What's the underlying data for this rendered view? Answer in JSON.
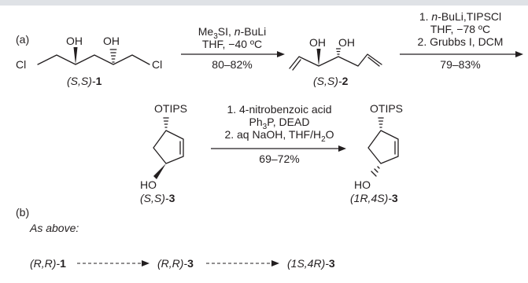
{
  "panel_a_label": "(a)",
  "panel_b_label": "(b)",
  "compound_1": {
    "atoms": {
      "cl_left": "Cl",
      "oh_left": "OH",
      "oh_right": "OH",
      "cl_right": "Cl"
    },
    "stereo": "(S,S)-",
    "number": "1"
  },
  "step1": {
    "line1": "Me3SI, n-BuLi",
    "line2": "THF, −40 ºC",
    "yield": "80–82%"
  },
  "compound_2": {
    "atoms": {
      "oh_left": "OH",
      "oh_right": "OH"
    },
    "stereo": "(S,S)-",
    "number": "2"
  },
  "step2": {
    "line1": "1. n-BuLi,TIPSCl",
    "line2": "THF, −78 ºC",
    "line3": "2. Grubbs I, DCM",
    "yield": "79–83%"
  },
  "compound_3ss": {
    "atoms": {
      "otips": "OTIPS",
      "ho": "HO"
    },
    "stereo": "(S,S)-",
    "number": "3"
  },
  "step3": {
    "line1": "1. 4-nitrobenzoic acid",
    "line2": "Ph3P, DEAD",
    "line3": "2. aq NaOH, THF/H2O",
    "yield": "69–72%"
  },
  "compound_3_inverted": {
    "atoms": {
      "otips": "OTIPS",
      "ho": "HO"
    },
    "stereo": "(1R,4S)-",
    "number": "3"
  },
  "panel_b": {
    "note": "As above:",
    "start_stereo": "(R,R)-",
    "start_number": "1",
    "mid_stereo": "(R,R)-",
    "mid_number": "3",
    "end_stereo": "(1S,4R)-",
    "end_number": "3"
  }
}
